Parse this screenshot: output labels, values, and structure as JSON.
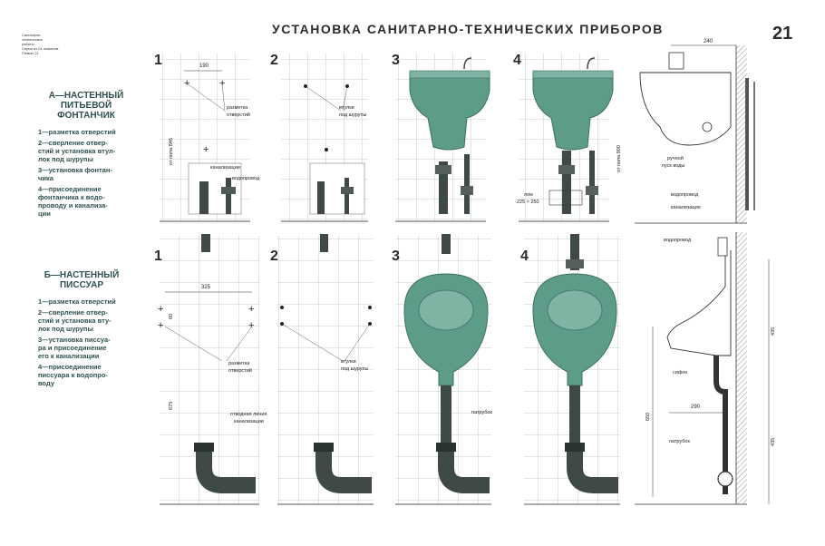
{
  "page": {
    "title": "УСТАНОВКА САНИТАРНО-ТЕХНИЧЕСКИХ ПРИБОРОВ",
    "number": "21",
    "corner_note": [
      "Санитарно-",
      "технические",
      "работы",
      "Серия из 24 плакатов",
      "Плакат 21"
    ]
  },
  "section_a": {
    "title": [
      "А—НАСТЕННЫЙ",
      "ПИТЬЕВОЙ",
      "ФОНТАНЧИК"
    ],
    "steps": [
      [
        "1—разметка отверстий"
      ],
      [
        "2—сверление отвер-",
        "стий и установка втул-",
        "лок под шурупы"
      ],
      [
        "3—установка фонтан-",
        "чика"
      ],
      [
        "4—присоединение",
        "фонтанчика к водо-",
        "проводу и канализа-",
        "ции"
      ]
    ],
    "panel_numbers": [
      "1",
      "2",
      "3",
      "4"
    ],
    "labels": {
      "dim_190": "190",
      "razmetka": "разметка",
      "otverstiy": "отверстий",
      "ot_pola_846": "от пола 846",
      "kanalizatsii": "канализации",
      "vodoprovod": "водопровод",
      "vtulki": "втулки",
      "pod_shurupy": "под шурупы",
      "lyuk": "люк",
      "lyuk_size": "225 × 250"
    }
  },
  "section_b": {
    "title": [
      "Б—НАСТЕННЫЙ",
      "ПИССУАР"
    ],
    "steps": [
      [
        "1—разметка отверстий"
      ],
      [
        "2—сверление отвер-",
        "стий и установка вту-",
        "лок под шурупы"
      ],
      [
        "3—установка писсуа-",
        "ра и присоединение",
        "его к канализации"
      ],
      [
        "4—присоединение",
        "писсуара к водопро-",
        "воду"
      ]
    ],
    "panel_numbers": [
      "1",
      "2",
      "3",
      "4"
    ],
    "labels": {
      "dim_325": "325",
      "dim_60": "60",
      "dim_675": "675",
      "razmetka": "разметка",
      "otverstiy": "отверстий",
      "vtulki": "втулки",
      "pod_shurupy": "под шурупы",
      "otvodnaya_liniya": "отводная линия",
      "kanalizatsii": "канализации",
      "patrubok": "патрубок"
    }
  },
  "side_views": {
    "top": {
      "dim_240": "240",
      "ot_pola_900": "от пола 900",
      "ruchnoy": "ручной",
      "pusk_vody": "пуск воды",
      "vodoprovod": "водопровод",
      "kanalizatsiya": "канализация"
    },
    "bottom": {
      "vodoprovod": "водопровод",
      "sifon": "сифон",
      "dim_290": "290",
      "patrubok": "патрубок",
      "dim_650": "650",
      "dim_435a": "435",
      "dim_435b": "435"
    }
  },
  "colors": {
    "fixture": "#5e9c8a",
    "fixture_dark": "#3d6f62",
    "pipe": "#3f4a48",
    "grid": "#8a9a98",
    "accent_text": "#2f5050"
  }
}
